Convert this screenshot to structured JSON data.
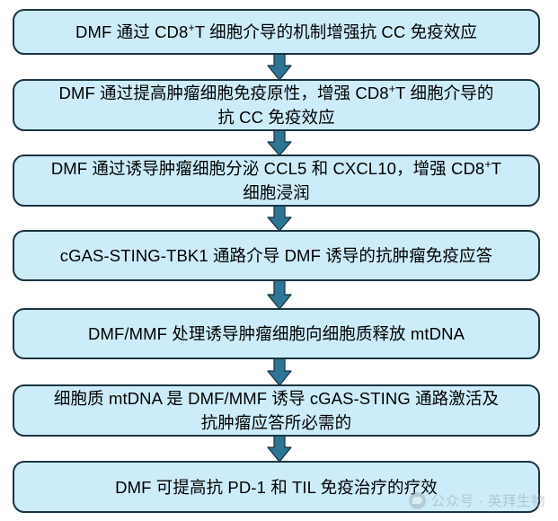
{
  "diagram": {
    "title": "DMF 抗肿瘤免疫机制流程图",
    "orientation": "top-to-bottom",
    "colors": {
      "node_fill": "#cdecfa",
      "node_border": "#1a3541",
      "arrow_fill": "#2e7494",
      "arrow_border": "#16303d",
      "text": "#000000",
      "background": "#ffffff",
      "watermark_text": "#8e9aa1"
    },
    "nodes": [
      {
        "id": "node-0",
        "lines": [
          "DMF 通过 CD8<sup>+</sup>T 细胞介导的机制增强抗 CC 免疫效应"
        ],
        "plain": "DMF 通过 CD8+T 细胞介导的机制增强抗 CC 免疫效应"
      },
      {
        "id": "node-1",
        "lines": [
          "DMF 通过提高肿瘤细胞免疫原性，增强 CD8<sup>+</sup>T 细胞介导的",
          "抗 CC 免疫效应"
        ],
        "plain": "DMF 通过提高肿瘤细胞免疫原性，增强 CD8+T 细胞介导的抗 CC 免疫效应"
      },
      {
        "id": "node-2",
        "lines": [
          "DMF 通过诱导肿瘤细胞分泌 CCL5 和 CXCL10，增强 CD8<sup>+</sup>T",
          "细胞浸润"
        ],
        "plain": "DMF 通过诱导肿瘤细胞分泌 CCL5 和 CXCL10，增强 CD8+T 细胞浸润"
      },
      {
        "id": "node-3",
        "lines": [
          "cGAS-STING-TBK1 通路介导 DMF 诱导的抗肿瘤免疫应答"
        ],
        "plain": "cGAS-STING-TBK1 通路介导 DMF 诱导的抗肿瘤免疫应答"
      },
      {
        "id": "node-4",
        "lines": [
          "DMF/MMF 处理诱导肿瘤细胞向细胞质释放 mtDNA"
        ],
        "plain": "DMF/MMF 处理诱导肿瘤细胞向细胞质释放 mtDNA"
      },
      {
        "id": "node-5",
        "lines": [
          "细胞质 mtDNA 是 DMF/MMF 诱导 cGAS-STING 通路激活及",
          "抗肿瘤应答所必需的"
        ],
        "plain": "细胞质 mtDNA 是 DMF/MMF 诱导 cGAS-STING 通路激活及抗肿瘤应答所必需的"
      },
      {
        "id": "node-6",
        "lines": [
          "DMF 可提高抗 PD-1 和 TIL 免疫治疗的疗效"
        ],
        "plain": "DMF 可提高抗 PD-1 和 TIL 免疫治疗的疗效"
      }
    ],
    "arrows": [
      {
        "id": "arrow-0",
        "from": "node-0",
        "to": "node-1",
        "direction": "down"
      },
      {
        "id": "arrow-1",
        "from": "node-1",
        "to": "node-2",
        "direction": "down"
      },
      {
        "id": "arrow-2",
        "from": "node-2",
        "to": "node-3",
        "direction": "down"
      },
      {
        "id": "arrow-3",
        "from": "node-3",
        "to": "node-4",
        "direction": "down"
      },
      {
        "id": "arrow-4",
        "from": "node-4",
        "to": "node-5",
        "direction": "down"
      },
      {
        "id": "arrow-5",
        "from": "node-5",
        "to": "node-6",
        "direction": "down"
      }
    ],
    "watermark": {
      "icon": "wechat-account-logo",
      "text": "公众号 · 英拜生物"
    }
  }
}
